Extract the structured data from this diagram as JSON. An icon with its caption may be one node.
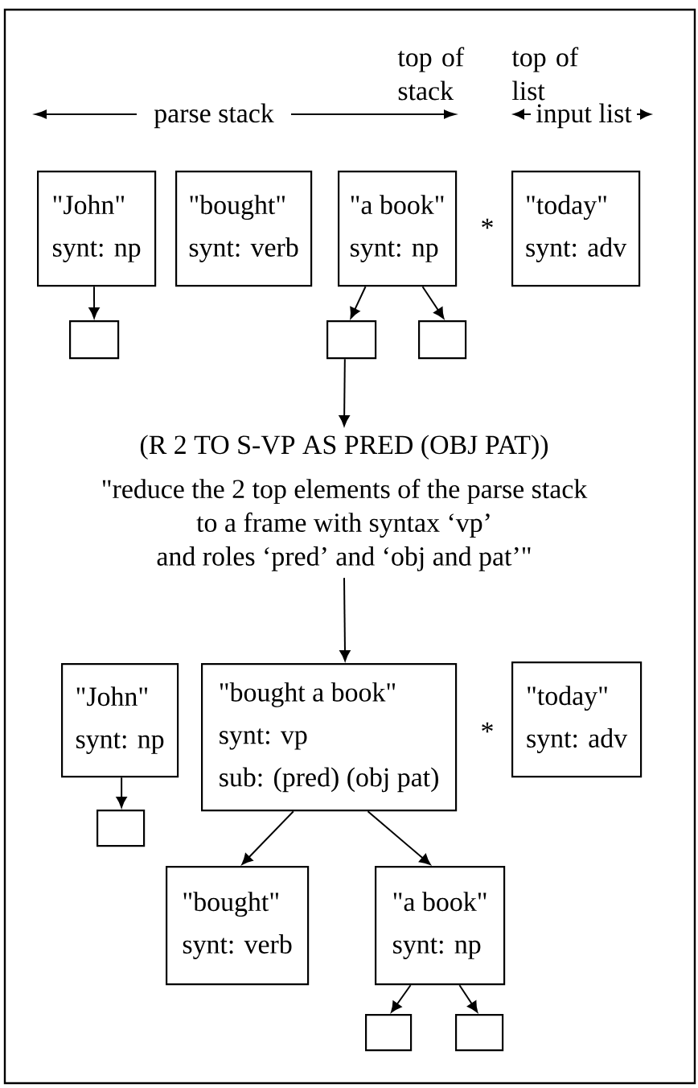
{
  "diagram": {
    "nodes": [
      {
        "text": [
          "\"John\"",
          "synt: np"
        ]
      },
      {
        "text": [
          "\"bought\"",
          "synt: verb"
        ]
      },
      {
        "text": [
          "\"a book\"",
          "synt: np"
        ]
      },
      {
        "text": [
          "\"today\"",
          "synt: adv"
        ]
      },
      {
        "text": [],
        "shape": "box"
      },
      {
        "text": [],
        "shape": "box"
      },
      {
        "text": [],
        "shape": "box"
      },
      {
        "text": [
          "(R 2 TO S-VP AS PRED (OBJ PAT))",
          "\"reduce the 2 top elements of the parse stack to a frame with syntax ‘vp’ and roles ‘pred’ and ‘obj and pat’\""
        ]
      },
      {
        "text": [
          "\"John\"",
          "synt: np"
        ]
      },
      {
        "text": [
          "\"bought a book\"",
          "synt: vp",
          "sub: (pred) (obj pat)"
        ]
      },
      {
        "text": [
          "\"today\"",
          "synt: adv"
        ]
      },
      {
        "text": [],
        "shape": "box"
      },
      {
        "text": [
          "\"bought\"",
          "synt: verb"
        ]
      },
      {
        "text": [
          "\"a book\"",
          "synt: np"
        ]
      },
      {
        "text": [],
        "shape": "box"
      },
      {
        "text": [],
        "shape": "box"
      }
    ],
    "edges": [
      {
        "from": 0,
        "to": 4,
        "arrow": "to"
      },
      {
        "from": 2,
        "to": 5,
        "arrow": "to"
      },
      {
        "from": 2,
        "to": 6,
        "arrow": "to"
      },
      {
        "from": 5,
        "to": 7,
        "arrow": "to"
      },
      {
        "from": 7,
        "to": 9,
        "arrow": "to"
      },
      {
        "from": 8,
        "to": 11,
        "arrow": "to"
      },
      {
        "from": 9,
        "to": 12,
        "arrow": "to"
      },
      {
        "from": 9,
        "to": 13,
        "arrow": "to"
      },
      {
        "from": 13,
        "to": 14,
        "arrow": "to"
      },
      {
        "from": 13,
        "to": 15,
        "arrow": "to"
      }
    ],
    "labels": [
      "top of stack",
      "top of list",
      "parse stack",
      "input list",
      "*",
      "*"
    ]
  }
}
